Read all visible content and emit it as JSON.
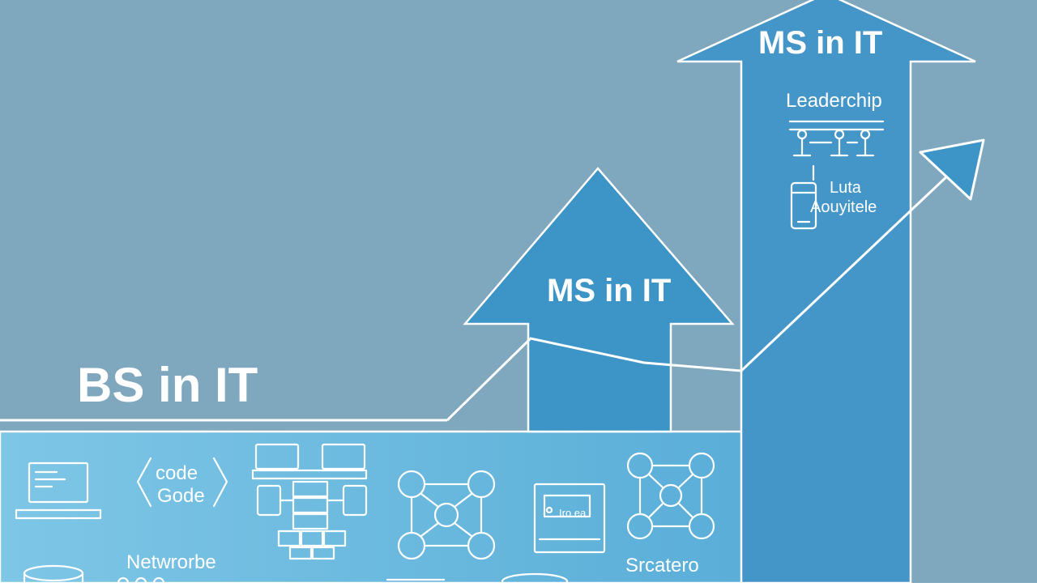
{
  "labels": {
    "bs": "BS in IT",
    "ms_mid": "MS in IT",
    "ms_top": "MS in IT",
    "leadership": "Leaderchip",
    "data_line1": "Luta",
    "data_line2": "Aouyitele",
    "code_line1": "code",
    "code_line2": "Godе",
    "networks": "Netwrorbe",
    "screen": "Iro ea",
    "strategy": "Srcatero"
  },
  "colors": {
    "background": "#7fa7be",
    "panel": "#6fb6d9",
    "arrow": "#3d94c6",
    "stroke": "#ffffff"
  },
  "icons": [
    "laptop-icon",
    "code-brackets-icon",
    "server-rack-icon",
    "network-graph-icon",
    "monitor-icon",
    "strategy-network-icon",
    "people-icon",
    "phone-icon",
    "database-icon",
    "growth-arrow-icon"
  ]
}
